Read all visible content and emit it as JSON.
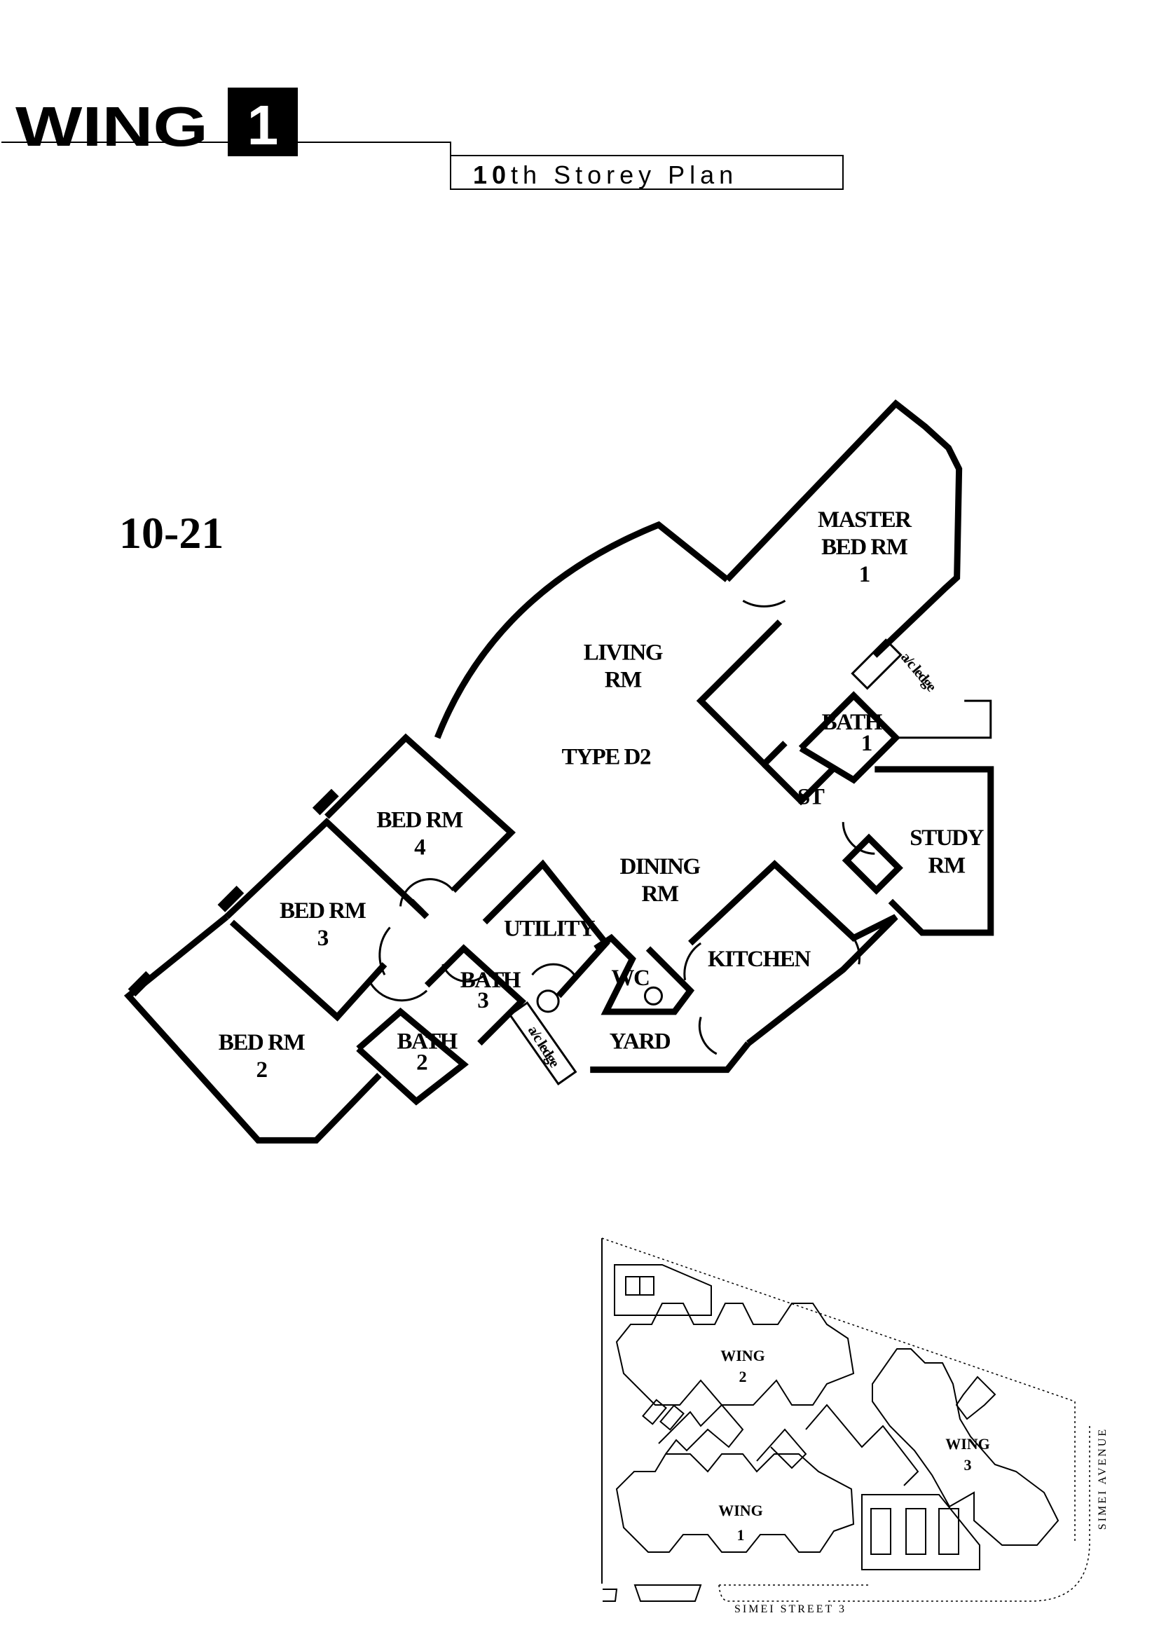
{
  "header": {
    "wing_word": "WING",
    "wing_number": "1",
    "storey_number": "10",
    "storey_suffix": "th Storey Plan"
  },
  "unit": {
    "number": "10-21",
    "type": "TYPE D2"
  },
  "rooms": {
    "master_bed": [
      "MASTER",
      "BED RM",
      "1"
    ],
    "living": [
      "LIVING",
      "RM"
    ],
    "bath1": [
      "BATH",
      "1"
    ],
    "ac_ledge_1": "a/c ledge",
    "store": "ST",
    "study": [
      "STUDY",
      "RM"
    ],
    "bed4": [
      "BED RM",
      "4"
    ],
    "bed3": [
      "BED RM",
      "3"
    ],
    "bed2": [
      "BED RM",
      "2"
    ],
    "dining": [
      "DINING",
      "RM"
    ],
    "utility": "UTILITY",
    "bath3": [
      "BATH",
      "3"
    ],
    "wc": "WC",
    "kitchen": "KITCHEN",
    "bath2": [
      "BATH",
      "2"
    ],
    "yard": "YARD",
    "ac_ledge_2": "a/c ledge"
  },
  "site_plan": {
    "wing1": [
      "WING",
      "1"
    ],
    "wing2": [
      "WING",
      "2"
    ],
    "wing3": [
      "WING",
      "3"
    ],
    "street_south": "SIMEI STREET 3",
    "street_east": "SIMEI AVENUE"
  }
}
